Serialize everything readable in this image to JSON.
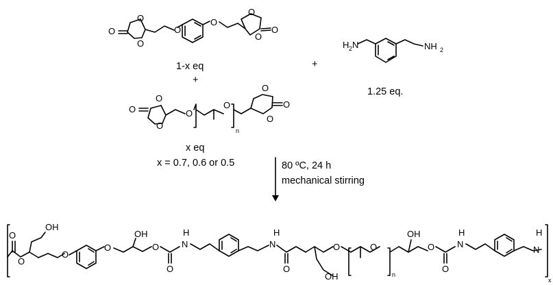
{
  "reactants": {
    "carbonate1_label": "1-x eq",
    "plus_between": "+",
    "carbonate2_label": "x eq",
    "x_values": "x = 0.7, 0.6 or 0.5",
    "plus_right": "+",
    "diamine_label": "1.25 eq."
  },
  "conditions": {
    "line1": "80 ºC, 24 h",
    "line2": "mechanical stirring"
  },
  "atoms": {
    "O": "O",
    "OH": "OH",
    "H": "H",
    "N": "N",
    "NH2_N": "NH",
    "H2N_H": "H",
    "H2N_N": "N",
    "two": "2",
    "n": "n",
    "x": "x"
  }
}
